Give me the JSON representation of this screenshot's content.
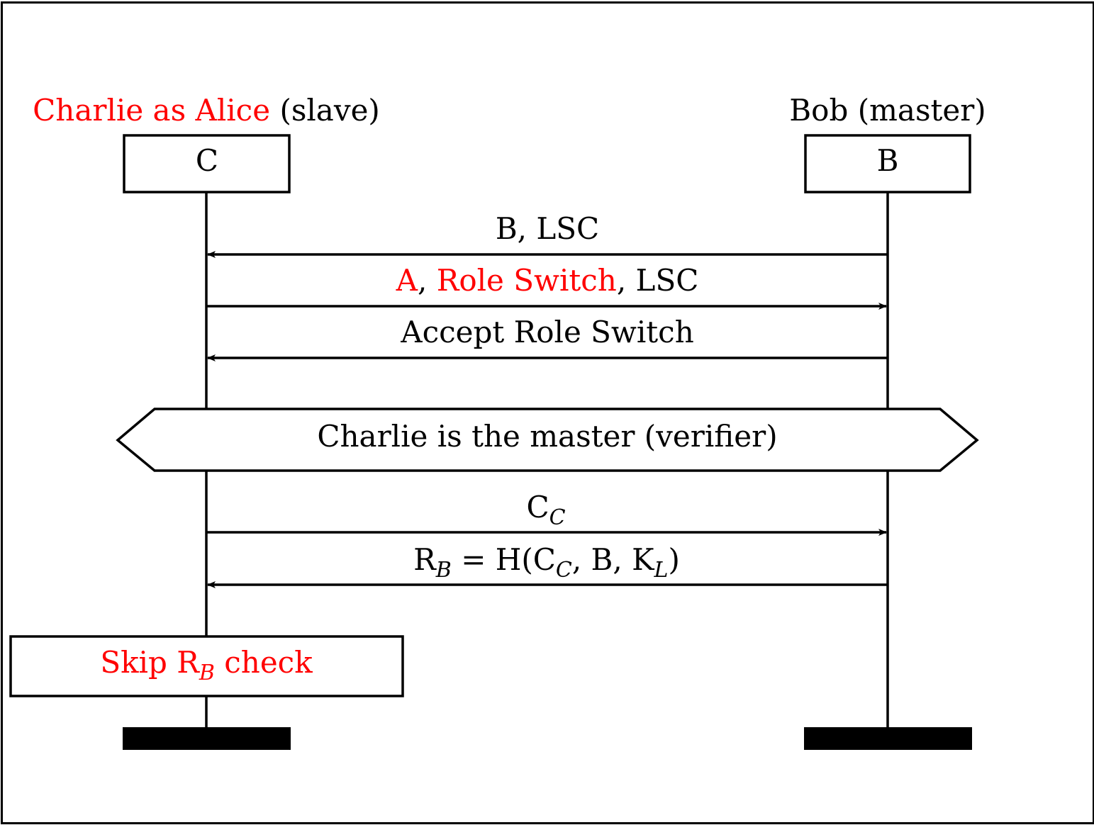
{
  "participants": [
    {
      "id": "C",
      "box_label": "C",
      "title_highlight": "Charlie as Alice",
      "title_rest": "(slave)"
    },
    {
      "id": "B",
      "box_label": "B",
      "title": "Bob (master)"
    }
  ],
  "messages": [
    {
      "from": "B",
      "to": "C",
      "label": "B, LSC"
    },
    {
      "from": "C",
      "to": "B",
      "parts": [
        "A",
        ", ",
        "Role Switch",
        ", LSC"
      ]
    },
    {
      "from": "B",
      "to": "C",
      "label": "Accept Role Switch"
    },
    {
      "from": "C",
      "to": "B",
      "base": "C",
      "sub": "C"
    },
    {
      "from": "B",
      "to": "C",
      "parts": [
        "R",
        "B",
        " = H(C",
        "C",
        ", B, K",
        "L",
        ")"
      ]
    }
  ],
  "banner": "Charlie is the master (verifier)",
  "action_box": {
    "parts": [
      "Skip R",
      "B",
      " check"
    ]
  },
  "colors": {
    "highlight": "#ff0000",
    "line": "#000000",
    "background": "#ffffff"
  }
}
